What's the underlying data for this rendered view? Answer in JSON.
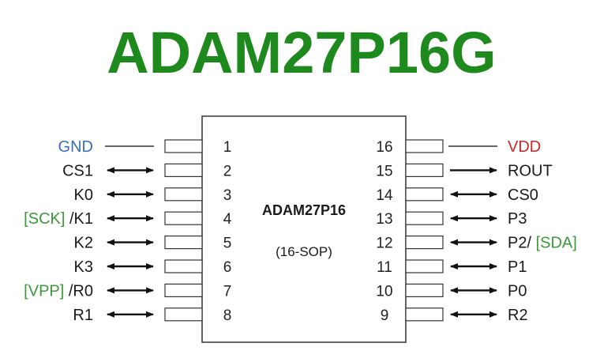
{
  "title": "ADAM27P16G",
  "chip": {
    "name": "ADAM27P16",
    "package": "(16-SOP)"
  },
  "left_pins": [
    {
      "num": "1",
      "prefix": "",
      "label": "GND",
      "color": "blue",
      "arrow": "none"
    },
    {
      "num": "2",
      "prefix": "",
      "label": "CS1",
      "color": "black",
      "arrow": "both"
    },
    {
      "num": "3",
      "prefix": "",
      "label": "K0",
      "color": "black",
      "arrow": "both"
    },
    {
      "num": "4",
      "prefix": "[SCK]",
      "label": "/K1",
      "color": "black",
      "arrow": "both"
    },
    {
      "num": "5",
      "prefix": "",
      "label": "K2",
      "color": "black",
      "arrow": "both"
    },
    {
      "num": "6",
      "prefix": "",
      "label": "K3",
      "color": "black",
      "arrow": "both"
    },
    {
      "num": "7",
      "prefix": "[VPP]",
      "label": "/R0",
      "color": "black",
      "arrow": "both"
    },
    {
      "num": "8",
      "prefix": "",
      "label": "R1",
      "color": "black",
      "arrow": "both"
    }
  ],
  "right_pins": [
    {
      "num": "16",
      "label": "VDD",
      "suffix": "",
      "color": "red",
      "arrow": "none"
    },
    {
      "num": "15",
      "label": "ROUT",
      "suffix": "",
      "color": "black",
      "arrow": "out"
    },
    {
      "num": "14",
      "label": "CS0",
      "suffix": "",
      "color": "black",
      "arrow": "both"
    },
    {
      "num": "13",
      "label": "P3",
      "suffix": "",
      "color": "black",
      "arrow": "both"
    },
    {
      "num": "12",
      "label": "P2/",
      "suffix": "[SDA]",
      "color": "black",
      "arrow": "both"
    },
    {
      "num": "11",
      "label": "P1",
      "suffix": "",
      "color": "black",
      "arrow": "both"
    },
    {
      "num": "10",
      "label": "P0",
      "suffix": "",
      "color": "black",
      "arrow": "both"
    },
    {
      "num": "9",
      "label": "R2",
      "suffix": "",
      "color": "black",
      "arrow": "both"
    }
  ]
}
